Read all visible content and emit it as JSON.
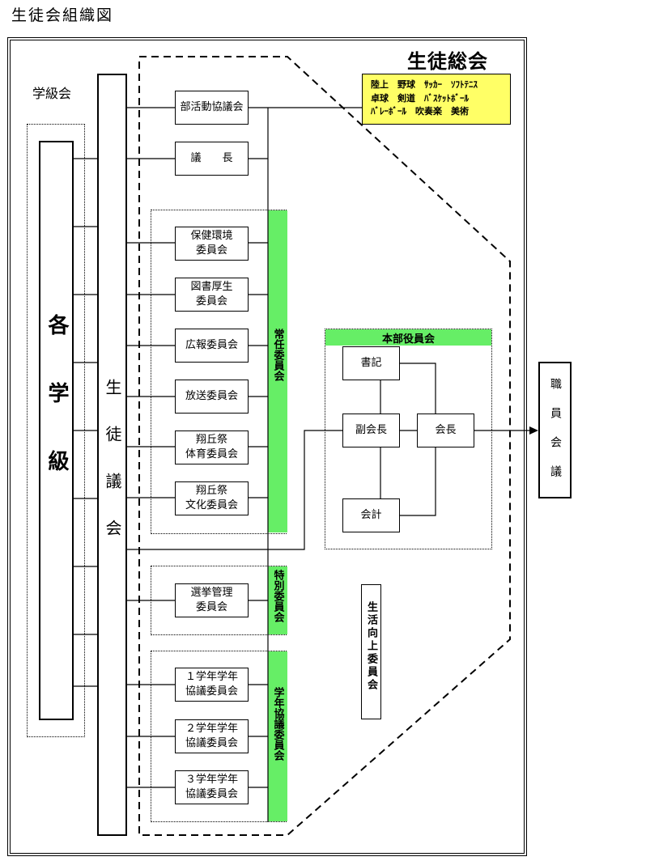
{
  "page_title": "生徒会組織図",
  "general_assembly": "生徒総会",
  "club_list": "陸上　野球　ｻｯｶｰ　ｿﾌﾄﾃﾆｽ\n卓球　剣道　ﾊﾞｽｹｯﾄﾎﾞｰﾙ\nﾊﾞﾚｰﾎﾞｰﾙ　吹奏楽　美術",
  "class_assembly_label": "学級会",
  "each_class": "各学級",
  "student_council": "生徒議会",
  "club_council": "部活動協議会",
  "chairman": "議　　長",
  "standing_committees": [
    "保健環境\n委員会",
    "図書厚生\n委員会",
    "広報委員会",
    "放送委員会",
    "翔丘祭\n体育委員会",
    "翔丘祭\n文化委員会"
  ],
  "standing_label": "常任委員会",
  "election_committee": "選挙管理\n委員会",
  "special_label": "特別委員会",
  "grade_committees": [
    "１学年学年\n協議委員会",
    "２学年学年\n協議委員会",
    "３学年学年\n協議委員会"
  ],
  "grade_label": "学年協議委員会",
  "executive_label": "本部役員会",
  "secretary": "書記",
  "vice_president": "副会長",
  "president": "会長",
  "treasurer": "会計",
  "life_committee": "生活向上委員会",
  "staff_meeting": "職員会議"
}
